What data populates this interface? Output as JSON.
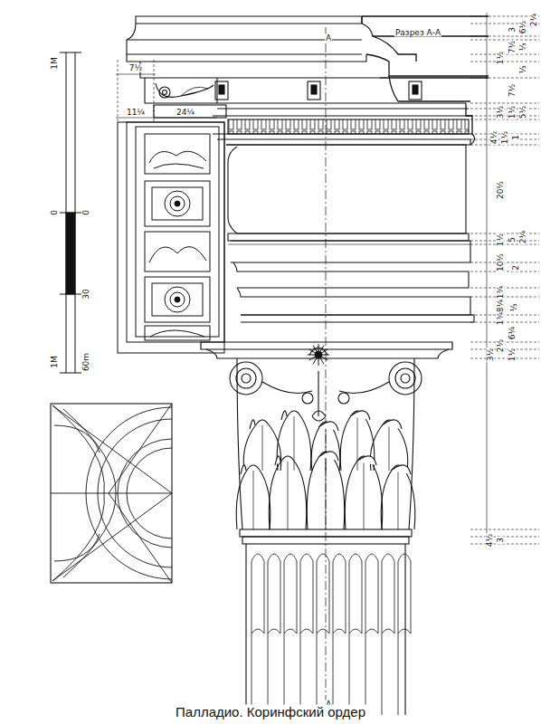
{
  "diagram": {
    "caption": "Палладио. Коринфский ордер",
    "labels": [
      "А",
      "Разрез А-А",
      "А",
      "1М",
      "0",
      "0",
      "30",
      "1М",
      "60m",
      "7½",
      "11¼",
      "24¼",
      "2¼",
      "6½",
      "3",
      "⅓",
      "7½",
      "1½",
      "⅓",
      "7½",
      "3½",
      "1½",
      "5½",
      "4½",
      "1½",
      "1",
      "20½",
      "2¼",
      "5",
      "1½",
      "2",
      "10½",
      "1¾",
      "8¼",
      "⅓",
      "1¾",
      "6¼",
      "2½",
      "1½",
      "3½",
      "3",
      "4½"
    ]
  }
}
